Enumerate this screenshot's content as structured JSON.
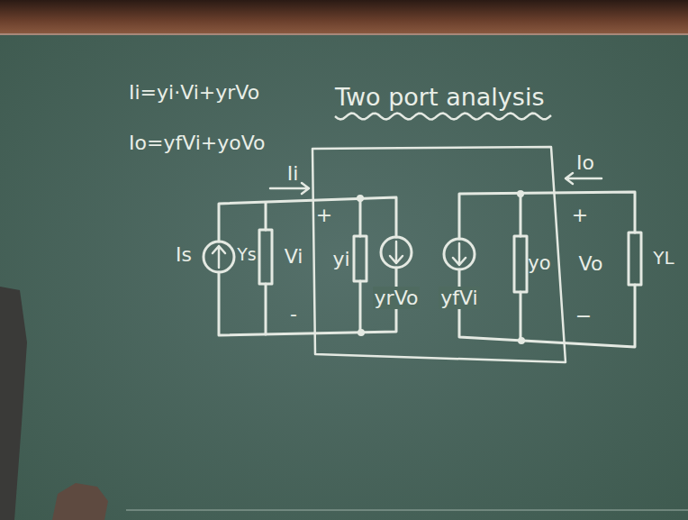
{
  "diagram": {
    "title": "Two port analysis",
    "labels": [
      "Ii=yi·Vi+yrVo",
      "Io=yfVi+yoVo",
      "Ii",
      "+",
      "Is",
      "Ys",
      "Vi",
      "-",
      "yi",
      "yrVo",
      "yfVi",
      "yo",
      "Vo",
      "+",
      "−",
      "Io",
      "YL"
    ]
  }
}
